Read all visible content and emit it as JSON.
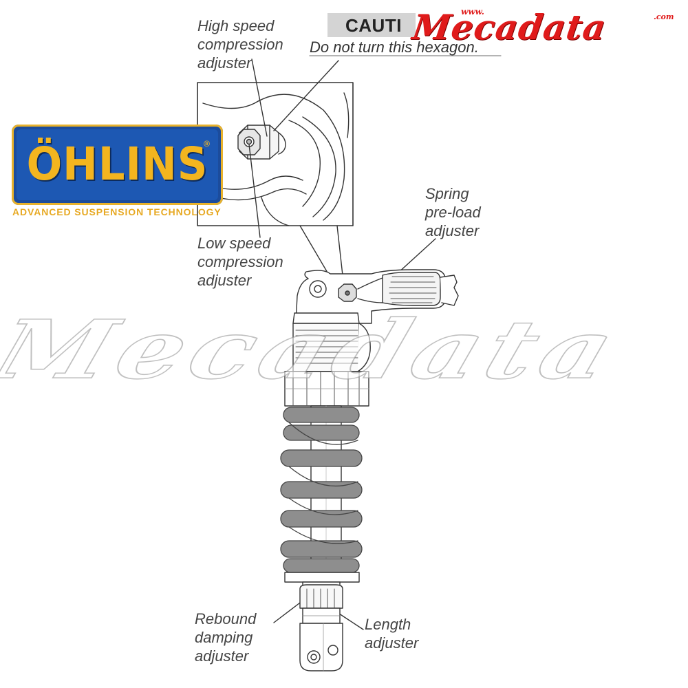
{
  "caution": {
    "title": "CAUTI",
    "text": "Do not turn this hexagon."
  },
  "brand": {
    "prefix": "www.",
    "name": "Mecadata",
    "suffix": ".com",
    "color": "#e01b1b"
  },
  "logo": {
    "word": "ÖHLINS",
    "registered": "®",
    "tagline": "ADVANCED SUSPENSION TECHNOLOGY",
    "background": "#1d58b3",
    "foreground": "#f3b51f"
  },
  "watermark": {
    "text": "Mecadata"
  },
  "callouts": {
    "high_speed": [
      "High speed",
      "compression",
      "adjuster"
    ],
    "low_speed": [
      "Low speed",
      "compression",
      "adjuster"
    ],
    "spring": [
      "Spring",
      "pre-load",
      "adjuster"
    ],
    "rebound": [
      "Rebound",
      "damping",
      "adjuster"
    ],
    "length": [
      "Length",
      "adjuster"
    ]
  },
  "colors": {
    "spring": "#8e8e8e",
    "line": "#333333"
  }
}
